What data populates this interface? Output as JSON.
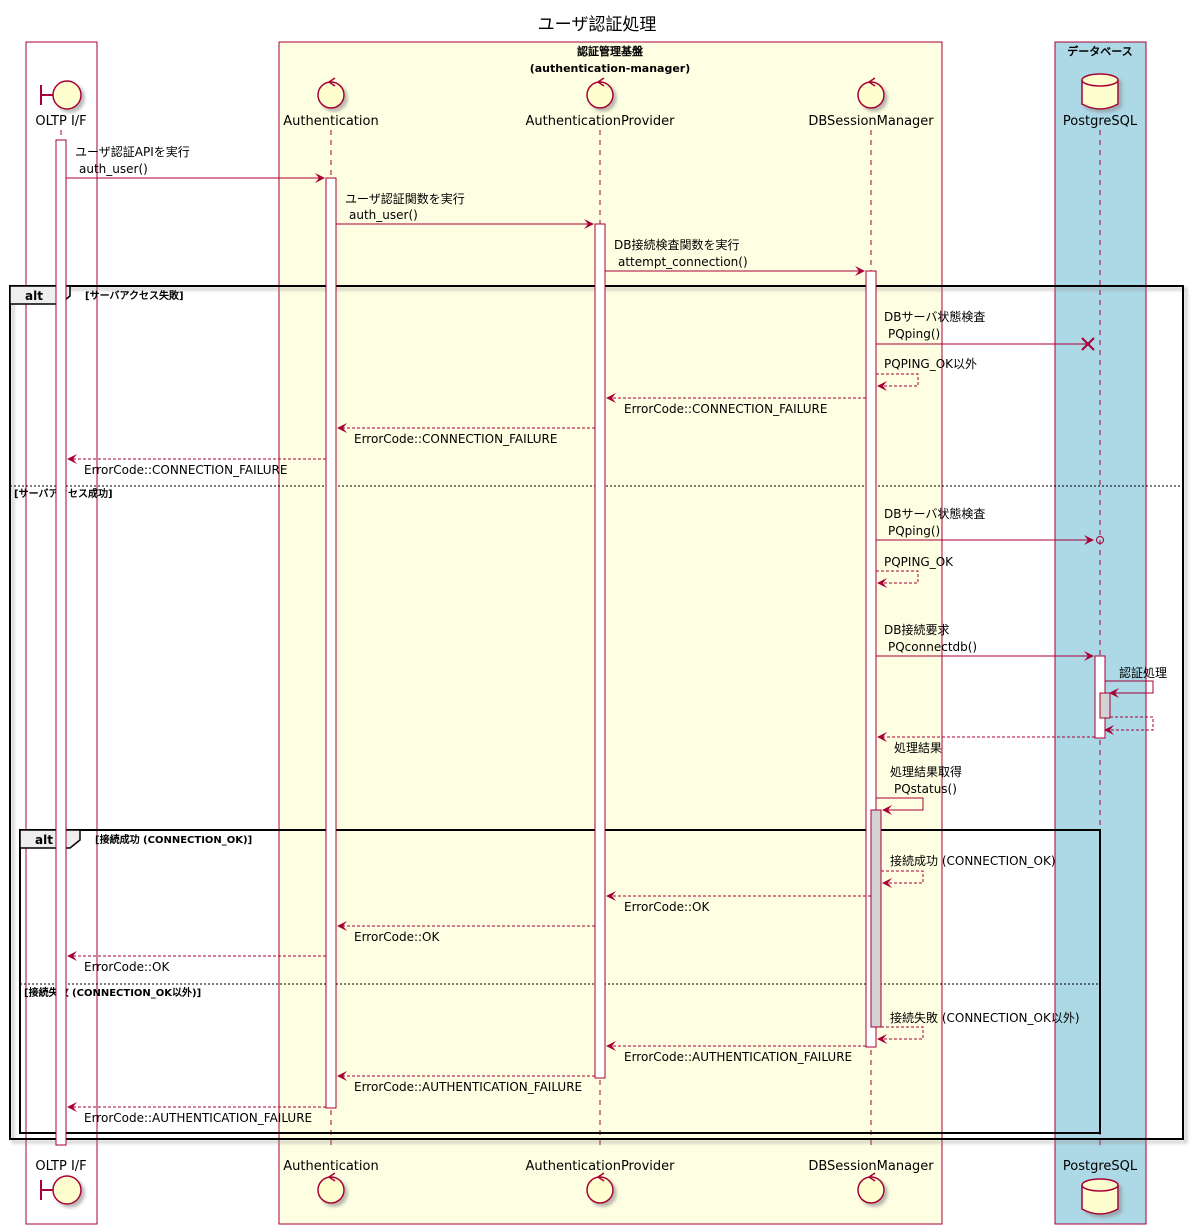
{
  "title": "ユーザ認証処理",
  "boxes": {
    "manager_title_1": "認証管理基盤",
    "manager_title_2": "(authentication-manager)",
    "db_title": "データベース"
  },
  "participants": {
    "oltp": "OLTP I/F",
    "auth": "Authentication",
    "provider": "AuthenticationProvider",
    "dbsession": "DBSessionManager",
    "postgres": "PostgreSQL"
  },
  "messages": {
    "m1a": "ユーザ認証APIを実行",
    "m1b": "auth_user()",
    "m2a": "ユーザ認証関数を実行",
    "m2b": "auth_user()",
    "m3a": "DB接続検査関数を実行",
    "m3b": "attempt_connection()",
    "m4a": "DBサーバ状態検査",
    "m4b": "PQping()",
    "m5": "PQPING_OK以外",
    "m6": "ErrorCode::CONNECTION_FAILURE",
    "m7": "ErrorCode::CONNECTION_FAILURE",
    "m8": "ErrorCode::CONNECTION_FAILURE",
    "m9a": "DBサーバ状態検査",
    "m9b": "PQping()",
    "m10": "PQPING_OK",
    "m11a": "DB接続要求",
    "m11b": "PQconnectdb()",
    "m12": "認証処理",
    "m13": "処理結果",
    "m14a": "処理結果取得",
    "m14b": "PQstatus()",
    "m15": "接続成功 (CONNECTION_OK)",
    "m16": "ErrorCode::OK",
    "m17": "ErrorCode::OK",
    "m18": "ErrorCode::OK",
    "m19": "接続失敗 (CONNECTION_OK以外)",
    "m20": "ErrorCode::AUTHENTICATION_FAILURE",
    "m21": "ErrorCode::AUTHENTICATION_FAILURE",
    "m22": "ErrorCode::AUTHENTICATION_FAILURE"
  },
  "fragments": {
    "alt1_keyword": "alt",
    "alt1_guard": "[サーバアクセス失敗]",
    "alt1_else": "[サーバアクセス成功]",
    "alt2_keyword": "alt",
    "alt2_guard": "[接続成功 (CONNECTION_OK)]",
    "alt2_else": "[接続失敗 (CONNECTION_OK以外)]"
  },
  "colors": {
    "arrow": "#A80036",
    "participant_fill": "#FEFECE",
    "manager_box": "#FEFEE2",
    "db_box": "#ADD8E6"
  }
}
